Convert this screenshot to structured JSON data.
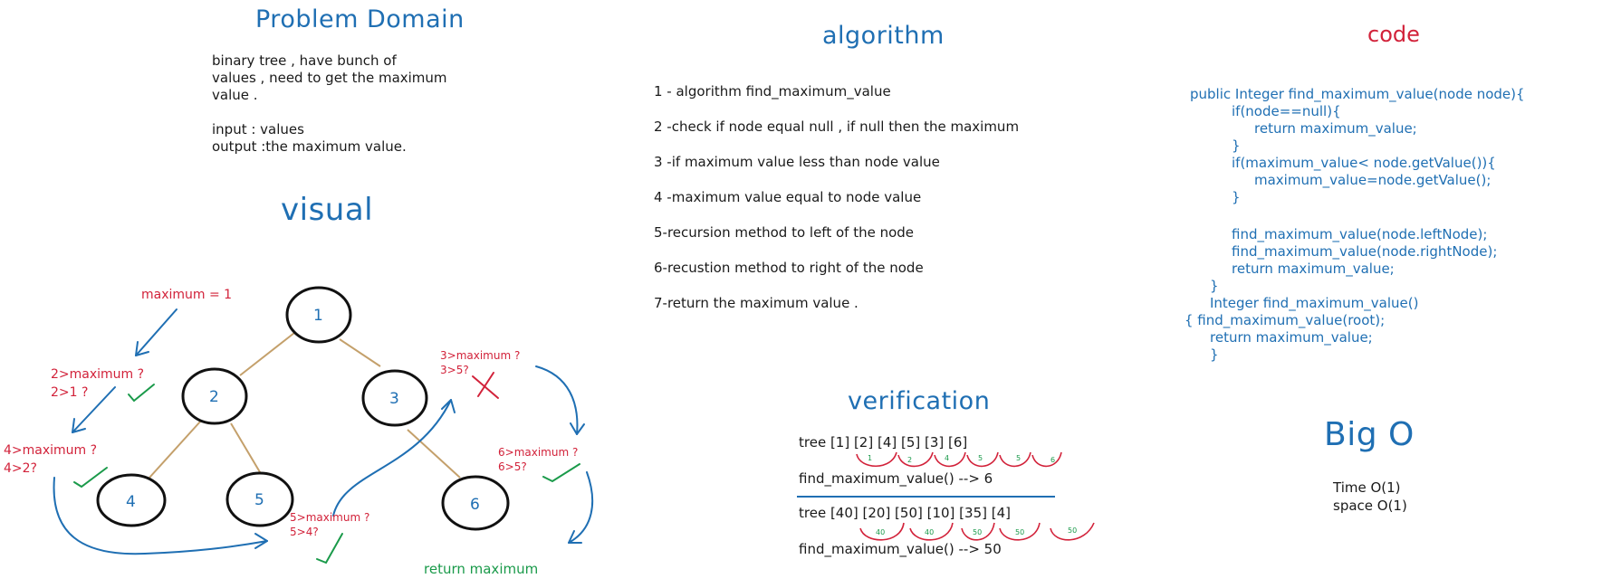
{
  "problem": {
    "title": "Problem Domain",
    "lines": [
      "binary tree , have bunch of",
      "values , need to get the maximum",
      "value ."
    ],
    "input": "input : values",
    "output": "output :the maximum value."
  },
  "visual": {
    "title": "visual",
    "nodes": [
      "1",
      "2",
      "3",
      "4",
      "5",
      "6"
    ],
    "notes": {
      "max1": "maximum = 1",
      "n2a": "2>maximum ?",
      "n2b": "2>1 ?",
      "n4a": "4>maximum ?",
      "n4b": "4>2?",
      "n3a": "3>maximum ?",
      "n3b": "3>5?",
      "n6a": "6>maximum ?",
      "n6b": "6>5?",
      "n5a": "5>maximum ?",
      "n5b": "5>4?",
      "ret": "return maximum"
    }
  },
  "algorithm": {
    "title": "algorithm",
    "steps": [
      "1 - algorithm find_maximum_value",
      "2 -check if node equal null , if null then the maximum",
      "3 -if maximum value less than node value",
      "4 -maximum value equal to node value",
      "5-recursion method to left of the node",
      "6-recustion method to right of the node",
      "7-return the maximum value ."
    ]
  },
  "code": {
    "title": "code",
    "lines": [
      "public Integer find_maximum_value(node node){",
      "if(node==null){",
      "return maximum_value;",
      "}",
      "if(maximum_value< node.getValue()){",
      "maximum_value=node.getValue();",
      "}",
      "find_maximum_value(node.leftNode);",
      "find_maximum_value(node.rightNode);",
      "return maximum_value;",
      "}",
      "Integer find_maximum_value()",
      "{ find_maximum_value(root);",
      "return maximum_value;",
      "}"
    ]
  },
  "verification": {
    "title": "verification",
    "tree1": "tree [1] [2] [4] [5] [3] [6]",
    "result1": "find_maximum_value() --> 6",
    "tree1_arrows": [
      "1",
      "2",
      "4",
      "5",
      "5",
      "6"
    ],
    "tree2": "tree [40] [20] [50] [10] [35] [4]",
    "result2": "find_maximum_value() --> 50",
    "tree2_arrows": [
      "40",
      "40",
      "50",
      "50",
      "50"
    ]
  },
  "bigo": {
    "title": "Big O",
    "time": "Time O(1)",
    "space": "space O(1)"
  },
  "colors": {
    "blue": "#1f6fb3",
    "red": "#d2223a",
    "green": "#1a9a4a",
    "edge": "#c4a06b"
  }
}
